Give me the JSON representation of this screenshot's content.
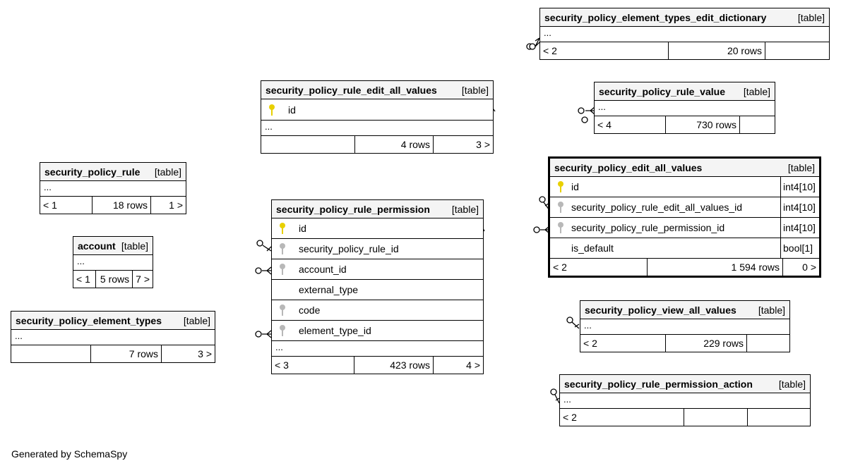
{
  "tables": {
    "edit_dictionary": {
      "name": "security_policy_element_types_edit_dictionary",
      "tag": "[table]",
      "ellipsis": "...",
      "parents": "< 2",
      "rows": "20 rows",
      "children": ""
    },
    "rule_value": {
      "name": "security_policy_rule_value",
      "tag": "[table]",
      "ellipsis": "...",
      "parents": "< 4",
      "rows": "730 rows",
      "children": ""
    },
    "rule_edit_all": {
      "name": "security_policy_rule_edit_all_values",
      "tag": "[table]",
      "col_id": "id",
      "ellipsis": "...",
      "parents": "",
      "rows": "4 rows",
      "children": "3 >"
    },
    "rule": {
      "name": "security_policy_rule",
      "tag": "[table]",
      "ellipsis": "...",
      "parents": "< 1",
      "rows": "18 rows",
      "children": "1 >"
    },
    "account": {
      "name": "account",
      "tag": "[table]",
      "ellipsis": "...",
      "parents": "< 1",
      "rows": "5 rows",
      "children": "7 >"
    },
    "element_types": {
      "name": "security_policy_element_types",
      "tag": "[table]",
      "ellipsis": "...",
      "parents": "",
      "rows": "7 rows",
      "children": "3 >"
    },
    "rule_permission": {
      "name": "security_policy_rule_permission",
      "tag": "[table]",
      "columns": [
        "id",
        "security_policy_rule_id",
        "account_id",
        "external_type",
        "code",
        "element_type_id"
      ],
      "ellipsis": "...",
      "parents": "< 3",
      "rows": "423 rows",
      "children": "4 >"
    },
    "edit_all": {
      "name": "security_policy_edit_all_values",
      "tag": "[table]",
      "columns": [
        {
          "name": "id",
          "type": "int4[10]",
          "key": "pk"
        },
        {
          "name": "security_policy_rule_edit_all_values_id",
          "type": "int4[10]",
          "key": "fk"
        },
        {
          "name": "security_policy_rule_permission_id",
          "type": "int4[10]",
          "key": "fk"
        },
        {
          "name": "is_default",
          "type": "bool[1]",
          "key": ""
        }
      ],
      "parents": "< 2",
      "rows": "1 594 rows",
      "children": "0 >"
    },
    "view_all": {
      "name": "security_policy_view_all_values",
      "tag": "[table]",
      "ellipsis": "...",
      "parents": "< 2",
      "rows": "229 rows",
      "children": ""
    },
    "perm_action": {
      "name": "security_policy_rule_permission_action",
      "tag": "[table]",
      "ellipsis": "...",
      "parents": "< 2",
      "rows": "",
      "children": ""
    }
  },
  "footer": "Generated by SchemaSpy",
  "colors": {
    "primary_key": "#e8d000",
    "foreign_key": "#b8b8b8",
    "header_bg": "#f4f4f4"
  }
}
